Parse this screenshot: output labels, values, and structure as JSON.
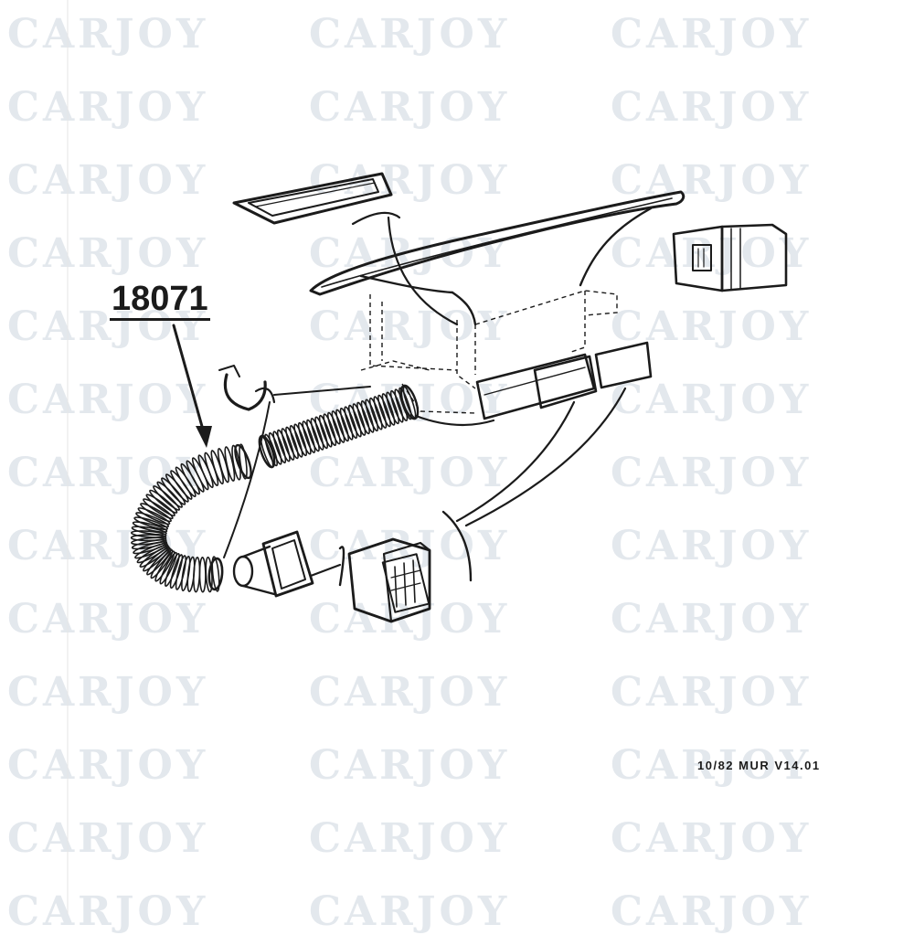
{
  "watermark": {
    "text": "CARJOY"
  },
  "callout": {
    "part_number": "18071"
  },
  "footer": {
    "reference": "10/82 MUR  V14.01"
  },
  "colors": {
    "ink": "#1b1b1b",
    "watermark": "#dfe4ea",
    "background": "#ffffff"
  }
}
